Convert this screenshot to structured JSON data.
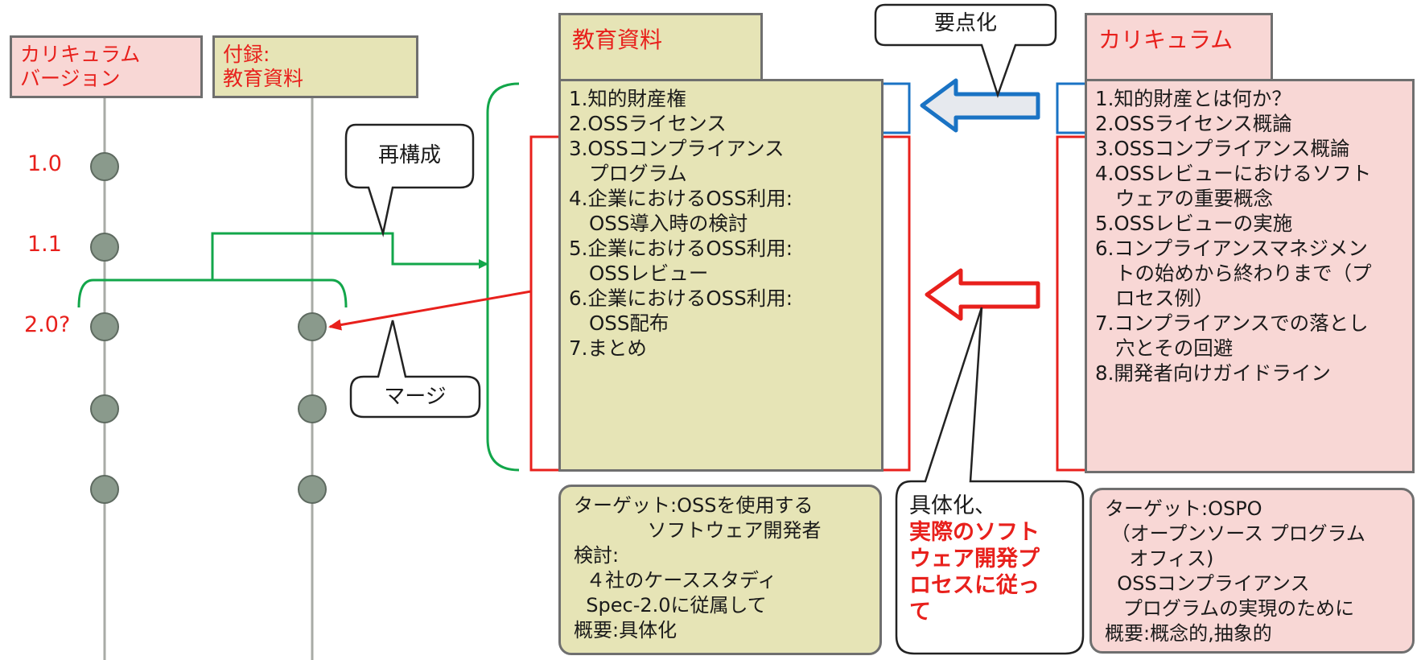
{
  "diagram": {
    "curriculum_version_label": [
      "カリキュラム",
      "バージョン"
    ],
    "appendix_label": [
      "付録:",
      "教育資料"
    ],
    "version_labels": [
      "1.0",
      "1.1",
      "2.0?"
    ],
    "callout_restructure": "再構成",
    "callout_merge": "マージ",
    "callout_summarize": "要点化",
    "education_material": {
      "title": "教育資料",
      "items": [
        {
          "text": "1.知的財産権"
        },
        {
          "text": "2.OSSライセンス"
        },
        {
          "text": "3.OSSコンプライアンス",
          "cont": "プログラム"
        },
        {
          "text": "4.企業におけるOSS利用:",
          "cont": "OSS導入時の検討"
        },
        {
          "text": "5.企業におけるOSS利用:",
          "cont": "OSSレビュー"
        },
        {
          "text": "6.企業におけるOSS利用:",
          "cont": "OSS配布"
        },
        {
          "text": "7.まとめ"
        }
      ]
    },
    "curriculum": {
      "title": "カリキュラム",
      "items": [
        {
          "text": "1.知的財産とは何か？"
        },
        {
          "text": "2.OSSライセンス概論"
        },
        {
          "text": "3.OSSコンプライアンス概論"
        },
        {
          "text": "4.OSSレビューにおけるソフト",
          "cont": "ウェアの重要概念"
        },
        {
          "text": "5.OSSレビューの実施"
        },
        {
          "text": "6.コンプライアンスマネジメン",
          "cont": "トの始めから終わりまで（プ",
          "cont2": "ロセス例）"
        },
        {
          "text": "7.コンプライアンスでの落とし",
          "cont": "穴とその回避"
        },
        {
          "text": "8.開発者向けガイドライン"
        }
      ]
    },
    "education_note": [
      "ターゲット:OSSを使用する",
      "            ソフトウェア開発者",
      "検討:",
      "  ４社のケーススタディ",
      "  Spec-2.0に従属して",
      "概要:具体化"
    ],
    "concrete_callout": {
      "first": "具体化、",
      "bold": [
        "実際のソフト",
        "ウェア開発プ",
        "ロセスに従っ",
        "て"
      ]
    },
    "curriculum_note": [
      "ターゲット:OSPO",
      " （オープンソース プログラム",
      "    オフィス)",
      "  OSSコンプライアンス",
      "   プログラムの実現のために",
      "概要:概念的,抽象的"
    ],
    "colors": {
      "pink": "#f8d7d5",
      "khaki": "#e6e4b6",
      "red": "#e8201c",
      "green": "#12a64a",
      "blue": "#1a73c4",
      "node": "#8a9a8c",
      "border": "#6f6f6f"
    }
  }
}
